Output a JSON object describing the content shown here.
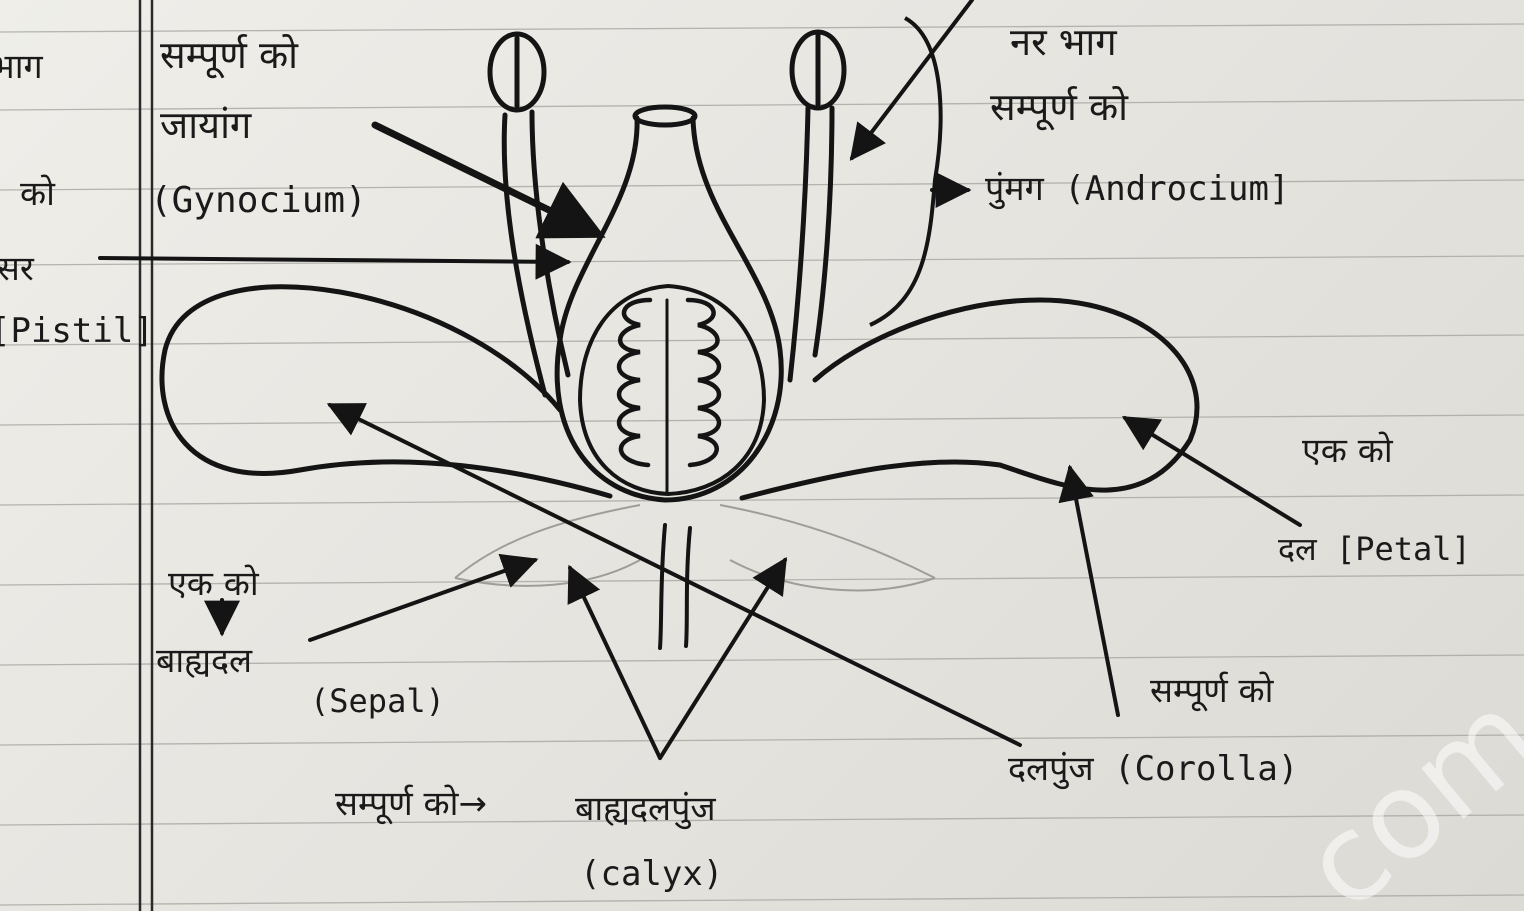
{
  "labels": {
    "left_margin": {
      "line1": "स्त्रीभाग",
      "line2": "को",
      "line3": "स्त्रीकेसर",
      "line4": "[Pistil]"
    },
    "gynoecium": {
      "line1": "सम्पूर्ण को",
      "line2": "जायांग",
      "line3": "(Gynocium)"
    },
    "androecium": {
      "line1": "नर भाग",
      "line2": "सम्पूर्ण को",
      "line3": "पुंमग (Androcium]"
    },
    "petal": {
      "line1": "एक को",
      "line2": "दल [Petal]"
    },
    "sepal": {
      "line1": "एक को",
      "line2": "बाह्यदल",
      "line3": "(Sepal)"
    },
    "corolla": {
      "line1": "सम्पूर्ण को",
      "line2": "दलपुंज (Corolla)"
    },
    "calyx": {
      "line1": "सम्पूर्ण को→",
      "line2": "बाह्यदलपुंज",
      "line3": "(calyx)"
    }
  },
  "watermark": "com",
  "colors": {
    "ink": "#141414",
    "paper": "#ecebe6",
    "rule": "#9a9a95",
    "watermark": "#ffffff"
  }
}
